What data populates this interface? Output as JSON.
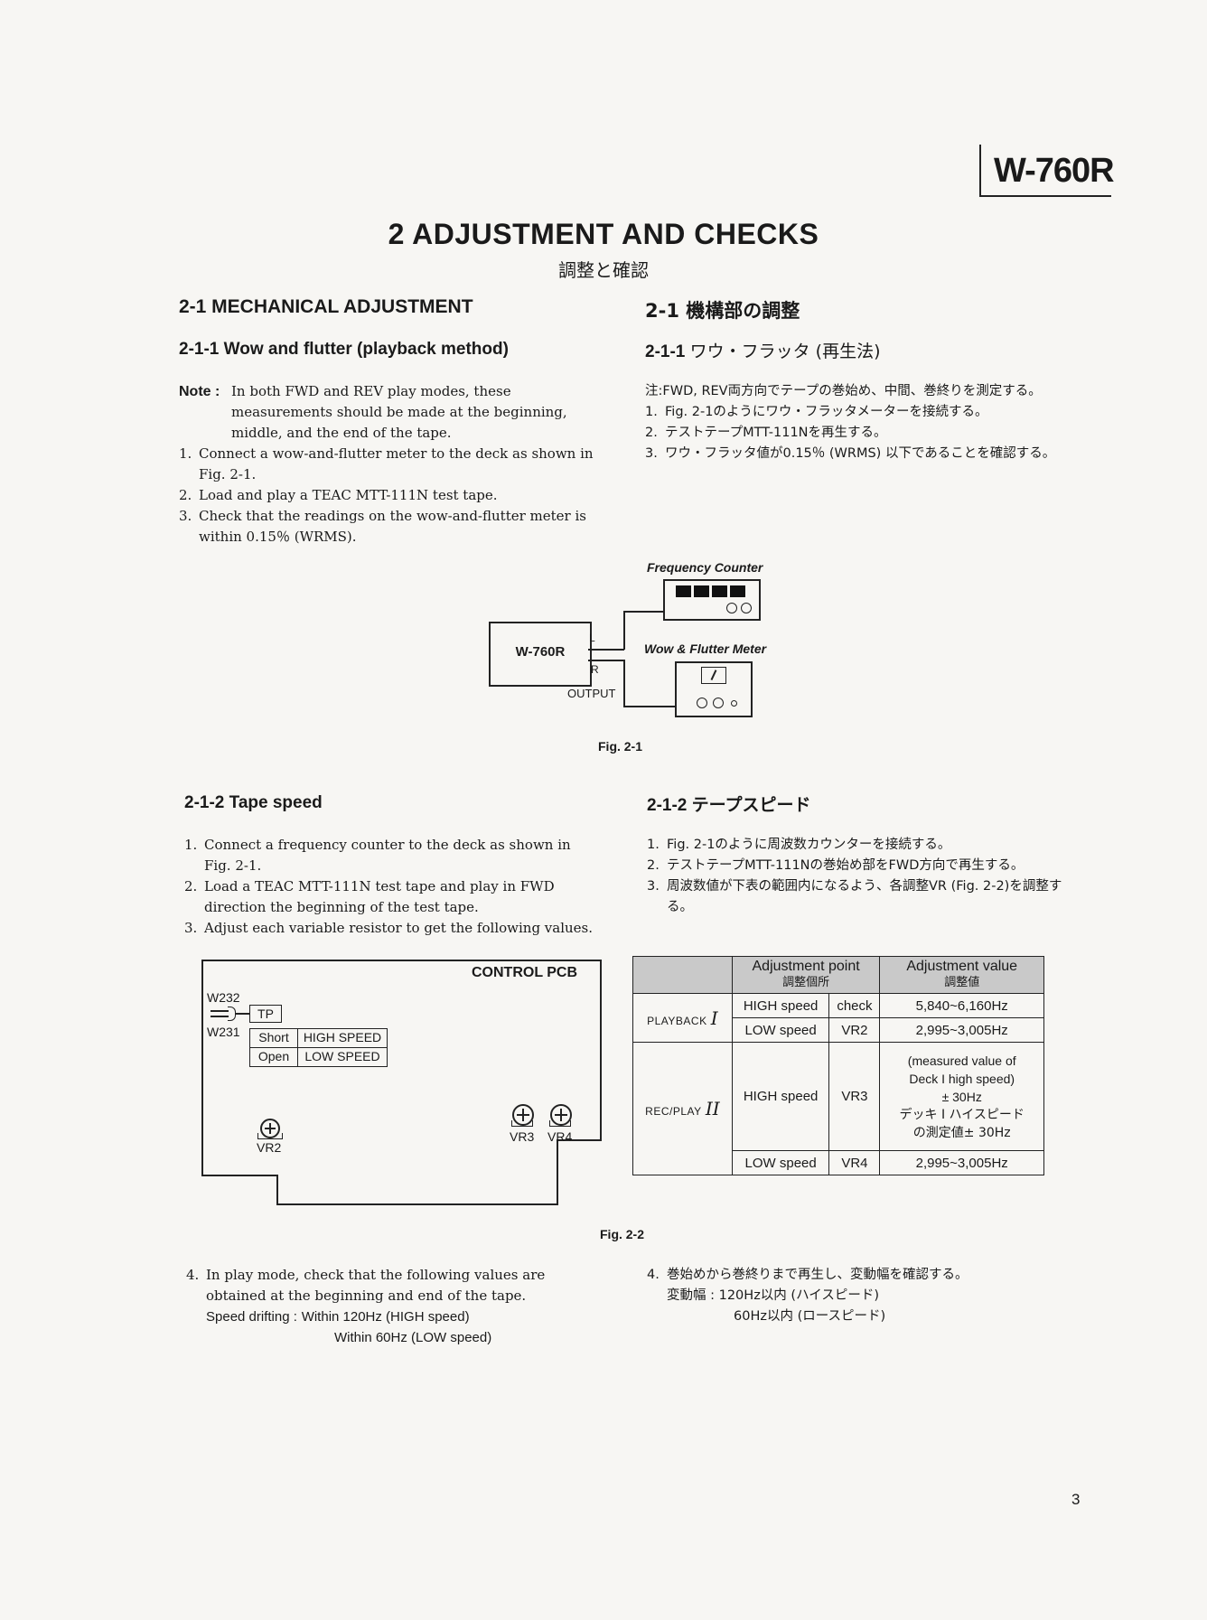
{
  "header": {
    "model": "W-760R"
  },
  "title": {
    "main": "2 ADJUSTMENT AND CHECKS",
    "jp": "調整と確認"
  },
  "section_2_1": {
    "en_heading": "2-1 MECHANICAL ADJUSTMENT",
    "jp_heading": "2-1 機構部の調整",
    "sub_en": "2-1-1 Wow and flutter (playback method)",
    "sub_jp_num": "2-1-1",
    "sub_jp_text": "ワウ・フラッタ (再生法)",
    "note_label": "Note :",
    "note_text": "In both FWD and REV play modes, these measurements should be made at the beginning, middle, and the end of the tape.",
    "steps_en": [
      {
        "num": "1.",
        "text": "Connect a wow-and-flutter meter to the deck as shown in Fig. 2-1."
      },
      {
        "num": "2.",
        "text": "Load and play a TEAC MTT-111N test tape."
      },
      {
        "num": "3.",
        "text": "Check that the readings on the wow-and-flutter meter is within 0.15％ (WRMS)."
      }
    ],
    "note_jp": "注:FWD, REV両方向でテープの巻始め、中間、巻終りを測定する。",
    "steps_jp": [
      {
        "num": "1.",
        "text": "Fig. 2-1のようにワウ・フラッタメーターを接続する。"
      },
      {
        "num": "2.",
        "text": "テストテープMTT-111Nを再生する。"
      },
      {
        "num": "3.",
        "text": "ワウ・フラッタ値が0.15％ (WRMS) 以下であることを確認する。"
      }
    ]
  },
  "fig_2_1": {
    "frequency_counter": "Frequency Counter",
    "wow_flutter_meter": "Wow & Flutter Meter",
    "deck": "W-760R",
    "l": "L",
    "r": "R",
    "output": "OUTPUT",
    "caption": "Fig. 2-1"
  },
  "section_2_1_2": {
    "en_heading": "2-1-2 Tape speed",
    "jp_heading": "2-1-2 テープスピード",
    "steps_en": [
      {
        "num": "1.",
        "text": "Connect a frequency counter to the deck as shown in Fig. 2-1."
      },
      {
        "num": "2.",
        "text": "Load a TEAC MTT-111N test tape and play in FWD direction the beginning of the test tape."
      },
      {
        "num": "3.",
        "text": "Adjust each variable resistor to get the following values."
      }
    ],
    "steps_jp": [
      {
        "num": "1.",
        "text": "Fig. 2-1のように周波数カウンターを接続する。"
      },
      {
        "num": "2.",
        "text": "テストテープMTT-111Nの巻始め部をFWD方向で再生する。"
      },
      {
        "num": "3.",
        "text": "周波数値が下表の範囲内になるよう、各調整VR (Fig. 2-2)を調整する。"
      }
    ]
  },
  "fig_2_2": {
    "pcb_title": "CONTROL PCB",
    "w232": "W232",
    "w231": "W231",
    "tp": "TP",
    "short": "Short",
    "open": "Open",
    "high_speed": "HIGH SPEED",
    "low_speed": "LOW SPEED",
    "vr2": "VR2",
    "vr3": "VR3",
    "vr4": "VR4",
    "caption": "Fig. 2-2"
  },
  "table": {
    "h_point": "Adjustment point",
    "h_point_jp": "調整個所",
    "h_value": "Adjustment value",
    "h_value_jp": "調整値",
    "playback_label": "PLAYBACK",
    "playback_roman": "I",
    "recplay_label": "REC/PLAY",
    "recplay_roman": "II",
    "rows": {
      "pb_high_speed": "HIGH speed",
      "pb_high_point": "check",
      "pb_high_value": "5,840~6,160Hz",
      "pb_low_speed": "LOW speed",
      "pb_low_point": "VR2",
      "pb_low_value": "2,995~3,005Hz",
      "rp_high_speed": "HIGH speed",
      "rp_high_point": "VR3",
      "rp_high_value_1": "(measured value of",
      "rp_high_value_2": "Deck I high speed)",
      "rp_high_value_3": "± 30Hz",
      "rp_high_value_4": "デッキ I ハイスピード",
      "rp_high_value_5": "の測定値± 30Hz",
      "rp_low_speed": "LOW speed",
      "rp_low_point": "VR4",
      "rp_low_value": "2,995~3,005Hz"
    }
  },
  "step4": {
    "en_num": "4.",
    "en_text": "In play mode, check that the following values are obtained at the beginning and end of the tape.",
    "en_label": "Speed drifting :",
    "en_val_1": "Within 120Hz (HIGH speed)",
    "en_val_2": "Within 60Hz (LOW speed)",
    "jp_num": "4.",
    "jp_text": "巻始めから巻終りまで再生し、変動幅を確認する。",
    "jp_label": "変動幅 :",
    "jp_val_1": "120Hz以内 (ハイスピード)",
    "jp_val_2": "60Hz以内 (ロースピード)"
  },
  "page_number": "3"
}
